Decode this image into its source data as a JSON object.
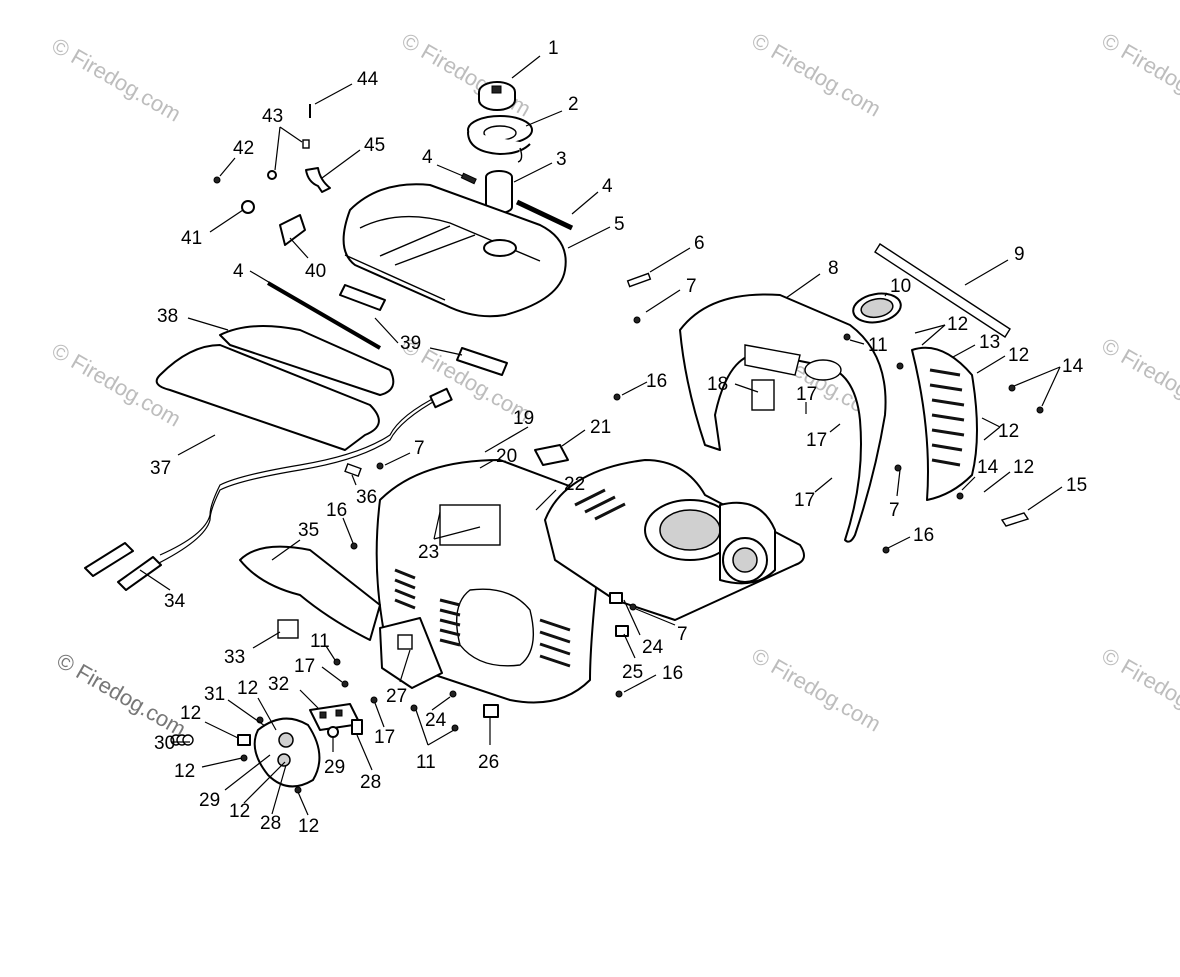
{
  "watermarks": [
    {
      "text": "© Firedog.com"
    },
    {
      "text": "© Firedog.com"
    },
    {
      "text": "© Firedog.com"
    },
    {
      "text": "© Firedog.com"
    },
    {
      "text": "© Firedog.com"
    },
    {
      "text": "© Firedog.com"
    },
    {
      "text": "© Firedog.com"
    },
    {
      "text": "© Firedog.com"
    },
    {
      "text": "© Firedog.com"
    },
    {
      "text": "© Firedog.com"
    },
    {
      "text": "© Firedog.com"
    }
  ],
  "callouts": [
    {
      "text": "1"
    },
    {
      "text": "2"
    },
    {
      "text": "3"
    },
    {
      "text": "4"
    },
    {
      "text": "4"
    },
    {
      "text": "5"
    },
    {
      "text": "6"
    },
    {
      "text": "7"
    },
    {
      "text": "8"
    },
    {
      "text": "9"
    },
    {
      "text": "10"
    },
    {
      "text": "11"
    },
    {
      "text": "12"
    },
    {
      "text": "13"
    },
    {
      "text": "12"
    },
    {
      "text": "14"
    },
    {
      "text": "12"
    },
    {
      "text": "14"
    },
    {
      "text": "12"
    },
    {
      "text": "15"
    },
    {
      "text": "16"
    },
    {
      "text": "18"
    },
    {
      "text": "17"
    },
    {
      "text": "17"
    },
    {
      "text": "17"
    },
    {
      "text": "7"
    },
    {
      "text": "16"
    },
    {
      "text": "19"
    },
    {
      "text": "21"
    },
    {
      "text": "20"
    },
    {
      "text": "22"
    },
    {
      "text": "7"
    },
    {
      "text": "36"
    },
    {
      "text": "16"
    },
    {
      "text": "23"
    },
    {
      "text": "35"
    },
    {
      "text": "34"
    },
    {
      "text": "37"
    },
    {
      "text": "38"
    },
    {
      "text": "4"
    },
    {
      "text": "39"
    },
    {
      "text": "40"
    },
    {
      "text": "41"
    },
    {
      "text": "42"
    },
    {
      "text": "43"
    },
    {
      "text": "44"
    },
    {
      "text": "45"
    },
    {
      "text": "24"
    },
    {
      "text": "7"
    },
    {
      "text": "25"
    },
    {
      "text": "16"
    },
    {
      "text": "26"
    },
    {
      "text": "27"
    },
    {
      "text": "24"
    },
    {
      "text": "11"
    },
    {
      "text": "17"
    },
    {
      "text": "11"
    },
    {
      "text": "17"
    },
    {
      "text": "33"
    },
    {
      "text": "32"
    },
    {
      "text": "29"
    },
    {
      "text": "28"
    },
    {
      "text": "31"
    },
    {
      "text": "12"
    },
    {
      "text": "12"
    },
    {
      "text": "30"
    },
    {
      "text": "12"
    },
    {
      "text": "29"
    },
    {
      "text": "12"
    },
    {
      "text": "28"
    },
    {
      "text": "12"
    }
  ]
}
